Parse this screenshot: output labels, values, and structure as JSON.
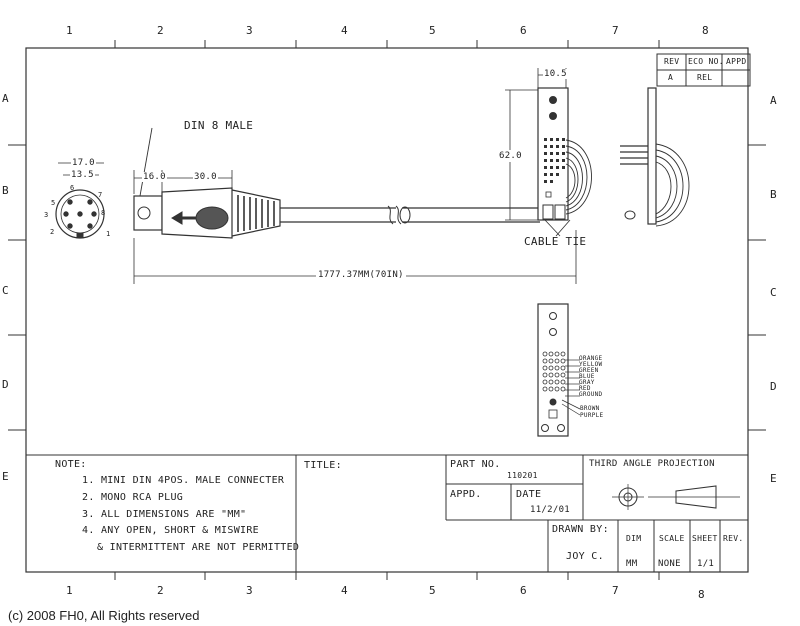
{
  "border": {
    "col_labels": [
      "1",
      "2",
      "3",
      "4",
      "5",
      "6",
      "7",
      "8"
    ],
    "row_labels": [
      "A",
      "B",
      "C",
      "D",
      "E"
    ]
  },
  "revision_block": {
    "headers": [
      "REV",
      "ECO NO.",
      "APPD"
    ],
    "values": [
      "A",
      "REL",
      ""
    ]
  },
  "connector": {
    "callout": "DIN 8 MALE",
    "dim_face_outer": "17.0",
    "dim_face_inner": "13.5",
    "pins": [
      "6",
      "7",
      "8",
      "5",
      "3",
      "2",
      "1"
    ],
    "dim_shell": "16.0",
    "dim_body": "30.0",
    "dim_length": "1777.37MM(70IN)"
  },
  "pcb": {
    "dim_width": "10.5",
    "dim_height": "62.0",
    "cable_tie": "CABLE TIE",
    "wires": [
      "ORANGE",
      "YELLOW",
      "GREEN",
      "BLUE",
      "GRAY",
      "RED",
      "GROUND",
      "BROWN",
      "PURPLE"
    ]
  },
  "notes": {
    "heading": "NOTE:",
    "items": [
      "1. MINI DIN 4POS. MALE CONNECTER",
      "2. MONO RCA PLUG",
      "3. ALL DIMENSIONS ARE \"MM\"",
      "4. ANY OPEN, SHORT & MISWIRE",
      "& INTERMITTENT ARE NOT PERMITTED"
    ]
  },
  "title_block": {
    "title_label": "TITLE:",
    "part_no_label": "PART NO.",
    "part_no_value": "110201",
    "projection": "THIRD ANGLE PROJECTION",
    "appd_label": "APPD.",
    "date_label": "DATE",
    "date_value": "11/2/01",
    "drawn_by_label": "DRAWN BY:",
    "drawn_by_value": "JOY C.",
    "dim_label": "DIM",
    "dim_value": "MM",
    "scale_label": "SCALE",
    "scale_value": "NONE",
    "sheet_label": "SHEET",
    "sheet_value": "1/1",
    "rev_label": "REV."
  },
  "copyright": "(c) 2008 FH0, All Rights reserved"
}
